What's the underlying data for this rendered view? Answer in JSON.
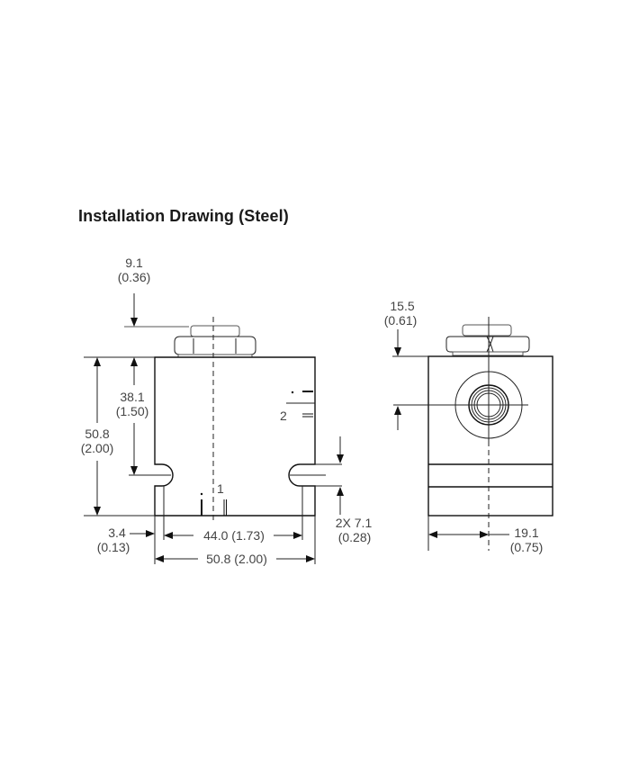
{
  "title": "Installation Drawing (Steel)",
  "front_view": {
    "dims": {
      "top_nut_height": {
        "mm": "9.1",
        "in": "(0.36)"
      },
      "hole_height": {
        "mm": "38.1",
        "in": "(1.50)"
      },
      "total_height": {
        "mm": "50.8",
        "in": "(2.00)"
      },
      "left_offset": {
        "mm": "3.4",
        "in": "(0.13)"
      },
      "hole_spacing": "44.0 (1.73)",
      "total_width": "50.8 (2.00)",
      "slot_width": {
        "mm": "2X 7.1",
        "in": "(0.28)"
      }
    },
    "labels": {
      "port_1": "1",
      "port_2": "2"
    }
  },
  "side_view": {
    "dims": {
      "nut_height": {
        "mm": "15.5",
        "in": "(0.61)"
      },
      "half_width": {
        "mm": "19.1",
        "in": "(0.75)"
      }
    }
  }
}
